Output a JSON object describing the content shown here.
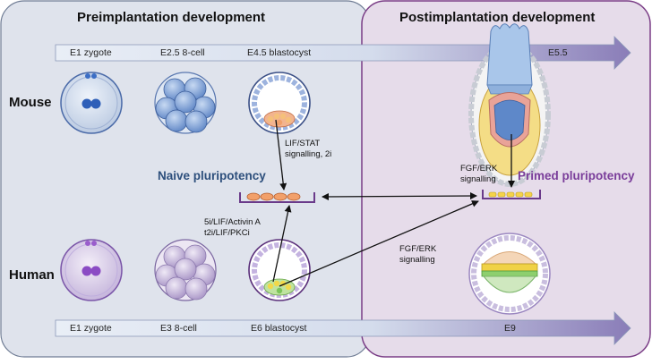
{
  "panels": {
    "pre": {
      "title": "Preimplantation development"
    },
    "post": {
      "title": "Postimplantation development"
    }
  },
  "species": {
    "mouse": "Mouse",
    "human": "Human"
  },
  "timelines": {
    "mouse": {
      "stage1": "E1 zygote",
      "stage2": "E2.5 8-cell",
      "stage3": "E4.5 blastocyst",
      "stage4": "E5.5"
    },
    "human": {
      "stage1": "E1 zygote",
      "stage2": "E3 8-cell",
      "stage3": "E6 blastocyst",
      "stage4": "E9"
    }
  },
  "signals": {
    "lif_line1": "LIF/STAT",
    "lif_line2": "signalling, 2i",
    "human_naive_line1": "5i/LIF/Activin A",
    "human_naive_line2": "t2i/LIF/PKCi",
    "fgf_mouse_line1": "FGF/ERK",
    "fgf_mouse_line2": "signalling",
    "fgf_human_line1": "FGF/ERK",
    "fgf_human_line2": "signalling"
  },
  "states": {
    "naive": "Naive pluripotency",
    "primed": "Primed pluripotency"
  },
  "colors": {
    "pre_bg": "#dfe3ec",
    "post_bg": "#e6dcea",
    "post_border": "#7a3d86",
    "naive": "#2d4f7c",
    "primed": "#7a3d9a",
    "mouse_cell": "#3f6fc0",
    "human_cell": "#8b55c4"
  }
}
